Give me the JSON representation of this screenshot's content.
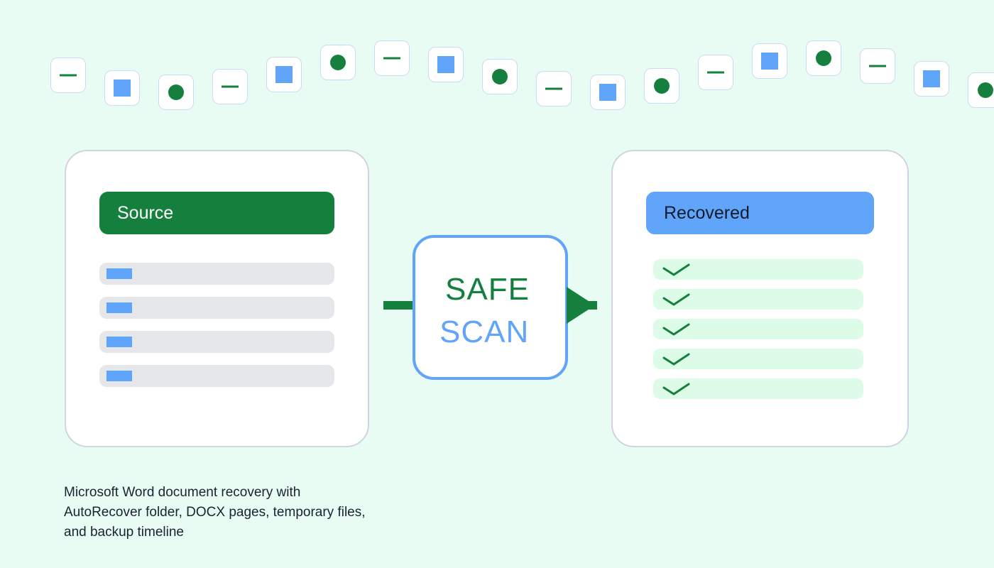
{
  "palette": {
    "background": "#e9fcf3",
    "green": "#15803d",
    "blue": "#60a5fa",
    "row_gray": "#e5e7eb",
    "row_green": "#dcfce7",
    "border": "#cdd5e1"
  },
  "icon_strip": [
    "dash-icon",
    "square-icon",
    "dot-icon",
    "dash-icon",
    "square-icon",
    "dot-icon",
    "dash-icon",
    "square-icon",
    "dot-icon",
    "dash-icon",
    "square-icon",
    "dot-icon",
    "dash-icon",
    "square-icon",
    "dot-icon",
    "dash-icon",
    "square-icon",
    "dot-icon"
  ],
  "source": {
    "title": "Source",
    "row_count": 4
  },
  "scan": {
    "line1": "SAFE",
    "line2": "SCAN"
  },
  "recovered": {
    "title": "Recovered",
    "row_count": 5,
    "row_icon": "check-icon"
  },
  "caption": {
    "line1": "Microsoft Word document recovery with",
    "line2": "AutoRecover folder, DOCX pages, temporary files,",
    "line3": "and backup timeline"
  }
}
